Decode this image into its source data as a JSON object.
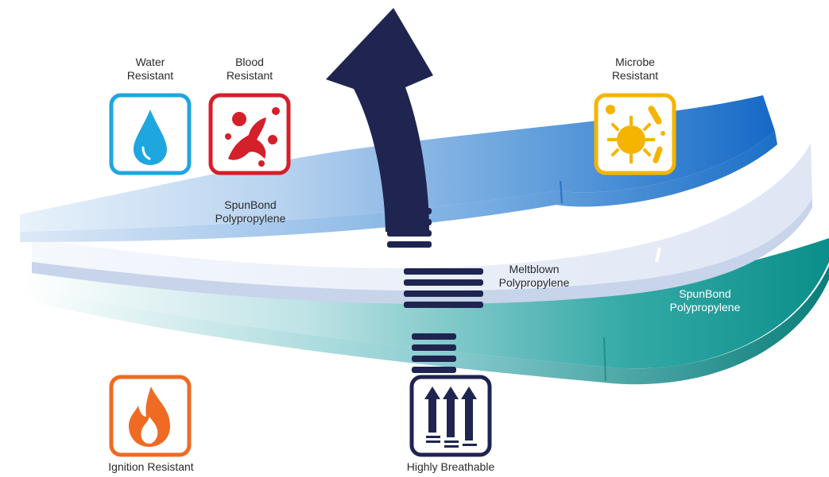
{
  "labels": {
    "water": [
      "Water",
      "Resistant"
    ],
    "blood": [
      "Blood",
      "Resistant"
    ],
    "microbe": [
      "Microbe",
      "Resistant"
    ],
    "spunbond_top": [
      "SpunBond",
      "Polypropylene"
    ],
    "meltblown": [
      "Meltblown",
      "Polypropylene"
    ],
    "spunbond_bottom": [
      "SpunBond",
      "Polypropylene"
    ],
    "ignition": "Ignition Resistant",
    "breathable": "Highly Breathable"
  },
  "icons": {
    "water": "water-drop-icon",
    "blood": "blood-splatter-icon",
    "microbe": "microbe-icon",
    "ignition": "flame-icon",
    "breathable": "airflow-arrows-icon",
    "arrow": "upward-arrow-icon"
  },
  "colors": {
    "water": "#1ea6e0",
    "blood": "#d3202a",
    "microbe": "#f4b400",
    "ignition": "#ef6a23",
    "breathable": "#1f2550",
    "top_layer": "#2a72c8",
    "middle_layer": "#e4ebf7",
    "bottom_layer": "#0e9a92"
  }
}
